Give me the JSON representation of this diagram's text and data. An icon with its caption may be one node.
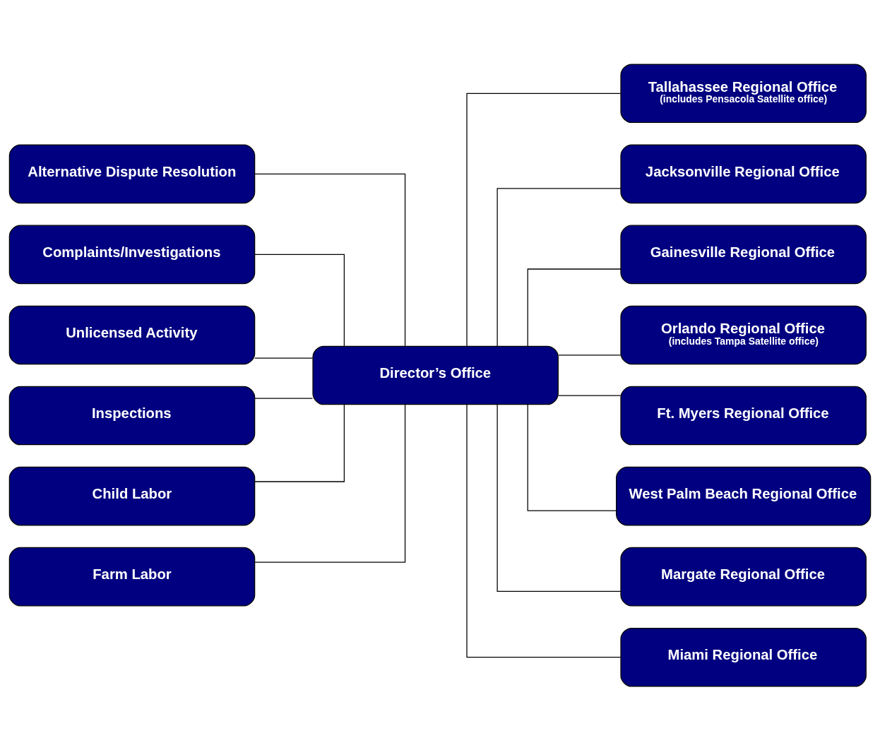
{
  "diagram": {
    "nodes": [
      {
        "text": [
          "Director’s Office"
        ]
      },
      {
        "text": [
          "Alternative Dispute Resolution"
        ]
      },
      {
        "text": [
          "Complaints/Investigations"
        ]
      },
      {
        "text": [
          "Unlicensed Activity"
        ]
      },
      {
        "text": [
          "Inspections"
        ]
      },
      {
        "text": [
          "Child Labor"
        ]
      },
      {
        "text": [
          "Farm Labor"
        ]
      },
      {
        "text": [
          "Tallahassee Regional Office",
          "(includes Pensacola Satellite office)"
        ]
      },
      {
        "text": [
          "Jacksonville Regional Office"
        ]
      },
      {
        "text": [
          "Gainesville Regional Office"
        ]
      },
      {
        "text": [
          "Orlando Regional Office",
          "(includes Tampa Satellite office)"
        ]
      },
      {
        "text": [
          "Ft. Myers Regional Office"
        ]
      },
      {
        "text": [
          "West Palm Beach Regional Office"
        ]
      },
      {
        "text": [
          "Margate Regional Office"
        ]
      },
      {
        "text": [
          "Miami Regional Office"
        ]
      }
    ],
    "edges": [
      {
        "from": 0,
        "to": 1,
        "arrow": "none"
      },
      {
        "from": 0,
        "to": 2,
        "arrow": "none"
      },
      {
        "from": 0,
        "to": 3,
        "arrow": "none"
      },
      {
        "from": 0,
        "to": 4,
        "arrow": "none"
      },
      {
        "from": 0,
        "to": 5,
        "arrow": "none"
      },
      {
        "from": 0,
        "to": 6,
        "arrow": "none"
      },
      {
        "from": 0,
        "to": 7,
        "arrow": "none"
      },
      {
        "from": 0,
        "to": 8,
        "arrow": "none"
      },
      {
        "from": 0,
        "to": 9,
        "arrow": "none"
      },
      {
        "from": 0,
        "to": 10,
        "arrow": "none"
      },
      {
        "from": 0,
        "to": 11,
        "arrow": "none"
      },
      {
        "from": 0,
        "to": 12,
        "arrow": "none"
      },
      {
        "from": 0,
        "to": 13,
        "arrow": "none"
      },
      {
        "from": 0,
        "to": 14,
        "arrow": "none"
      }
    ]
  }
}
